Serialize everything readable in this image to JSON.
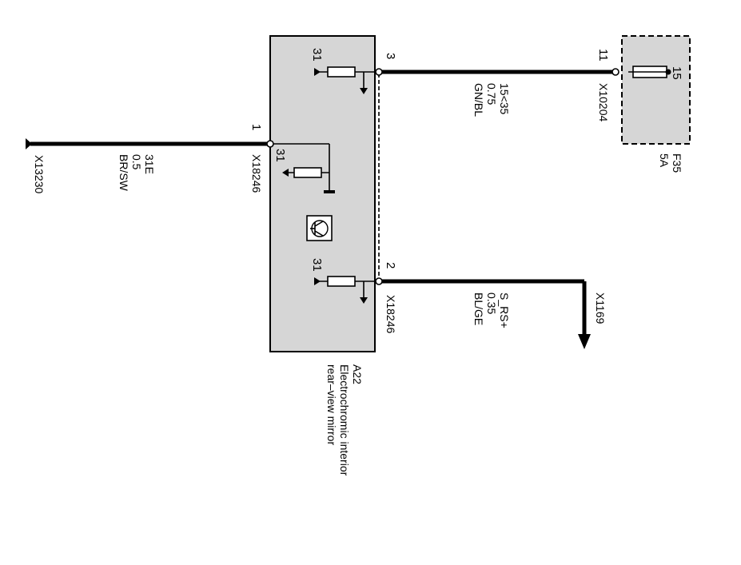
{
  "module": {
    "id": "A22",
    "name_line1": "Electrochromic interior",
    "name_line2": "rear–view mirror",
    "fill": "#d6d6d6"
  },
  "fuse": {
    "id": "F35",
    "rating": "5A",
    "pin": "15",
    "connector_pin": "11",
    "connector": "X10204",
    "fill": "#d6d6d6"
  },
  "ground_wire": {
    "pin": "1",
    "connector": "X18246",
    "signal": "31E",
    "gauge": "0.5",
    "color": "BR/SW",
    "end_connector": "X13230"
  },
  "supply_wire": {
    "pin": "3",
    "signal": "15<35",
    "gauge": "0.75",
    "color": "GN/BL"
  },
  "signal_wire": {
    "pin": "2",
    "connector": "X18246",
    "signal": "S_RS+",
    "gauge": "0.35",
    "color": "BL/GE",
    "end_connector": "X1169"
  },
  "ground_labels": {
    "g1": "31",
    "g2": "31",
    "g3": "31"
  }
}
